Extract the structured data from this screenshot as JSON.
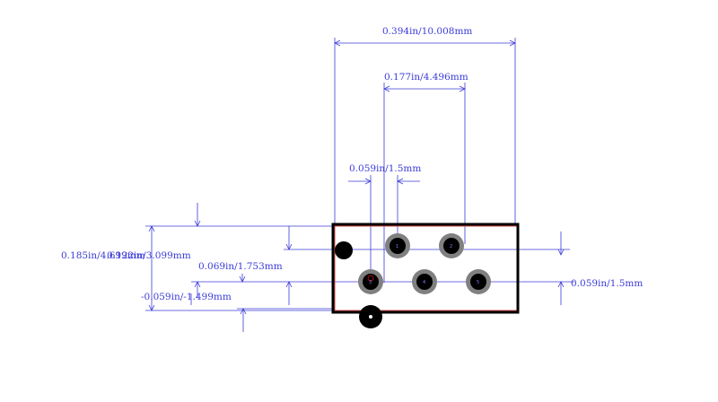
{
  "colors": {
    "dimension": "#3b3bd8",
    "outline": "#000000",
    "courtyard": "#d24a4a",
    "pad_ring": "#808080",
    "hole": "#000000",
    "pin_marker": "#d01010"
  },
  "dimensions": {
    "overall_width": "0.394in/10.008mm",
    "pin_span": "0.177in/4.496mm",
    "pad_size_left": "0.059in/1.5mm",
    "overall_height": "0.185in/4.699mm",
    "row_offset": "0.122in/3.099mm",
    "row_spacing": "0.069in/1.753mm",
    "negative_offset": "-0.059in/-1.499mm",
    "pad_size_right": "0.059in/1.5mm"
  },
  "pins": [
    {
      "label": "1",
      "row": "top",
      "column": 1
    },
    {
      "label": "2",
      "row": "top",
      "column": 2
    },
    {
      "label": "3",
      "row": "bottom",
      "column": 1
    },
    {
      "label": "4",
      "row": "bottom",
      "column": 2
    },
    {
      "label": "5",
      "row": "bottom",
      "column": 3
    }
  ]
}
